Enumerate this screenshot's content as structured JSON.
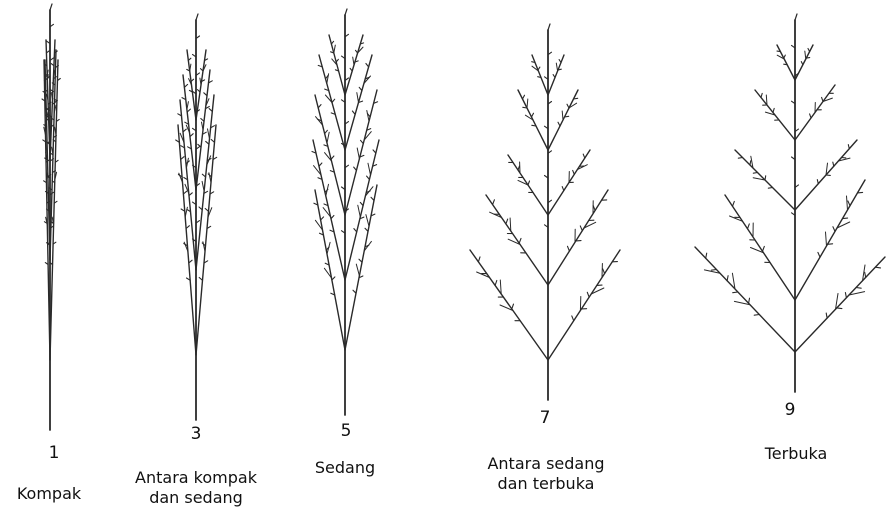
{
  "panicles": [
    {
      "score": "1",
      "label_lines": [
        "Kompak"
      ]
    },
    {
      "score": "3",
      "label_lines": [
        "Antara kompak",
        "dan sedang"
      ]
    },
    {
      "score": "5",
      "label_lines": [
        "Sedang"
      ]
    },
    {
      "score": "7",
      "label_lines": [
        "Antara sedang",
        "dan terbuka"
      ]
    },
    {
      "score": "9",
      "label_lines": [
        "Terbuka"
      ]
    }
  ],
  "colors": {
    "ink": "#2a2a2a",
    "background": "#ffffff"
  }
}
